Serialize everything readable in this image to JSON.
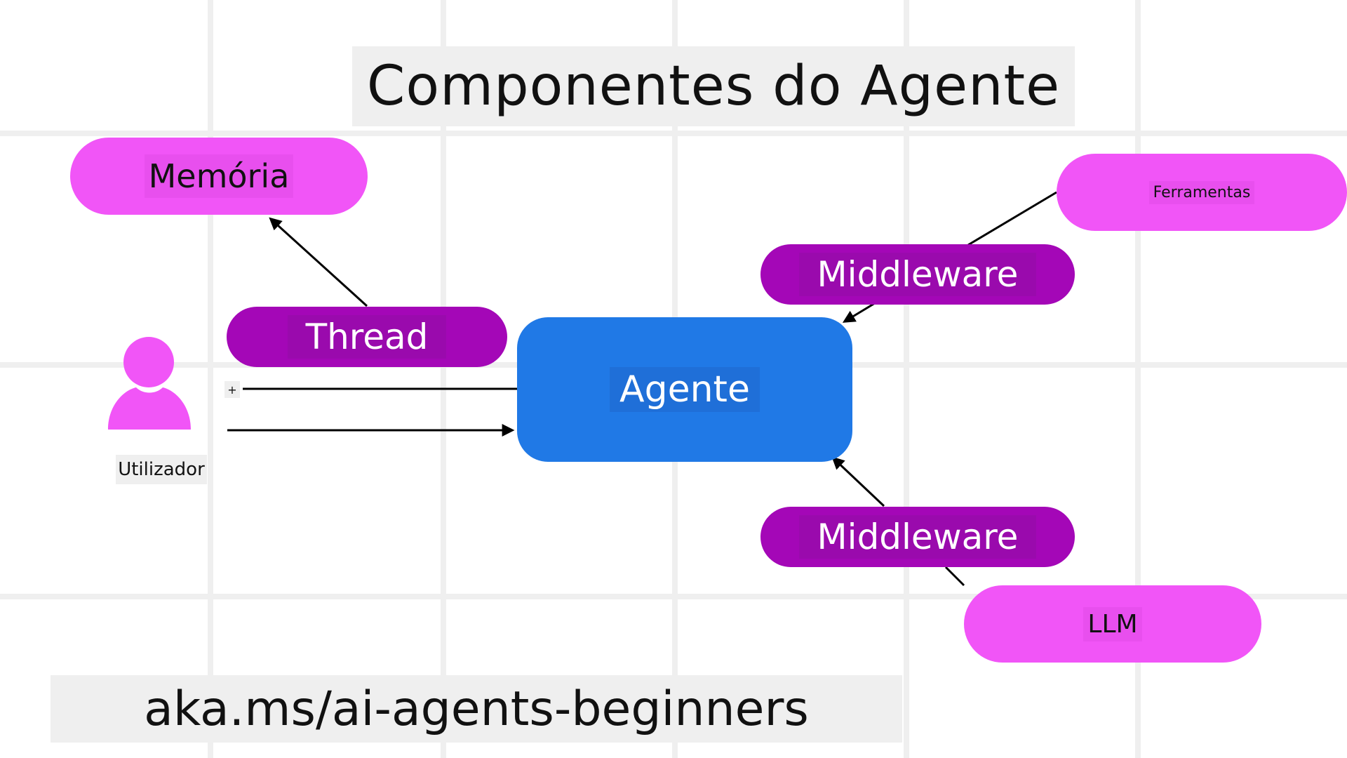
{
  "diagram": {
    "title": "Componentes do Agente",
    "nodes": {
      "memory": "Memória",
      "thread": "Thread",
      "agent": "Agente",
      "middleware_top": "Middleware",
      "middleware_bottom": "Middleware",
      "tools": "Ferramentas",
      "llm": "LLM",
      "user": "Utilizador"
    },
    "plus_mark": "+",
    "footer_url": "aka.ms/ai-agents-beginners"
  },
  "colors": {
    "pink": "#f155f7",
    "purple": "#a407b7",
    "agent_blue": "#2079e6",
    "grid": "#efefef",
    "arrow": "#000000"
  },
  "icons": [
    "user-icon"
  ]
}
